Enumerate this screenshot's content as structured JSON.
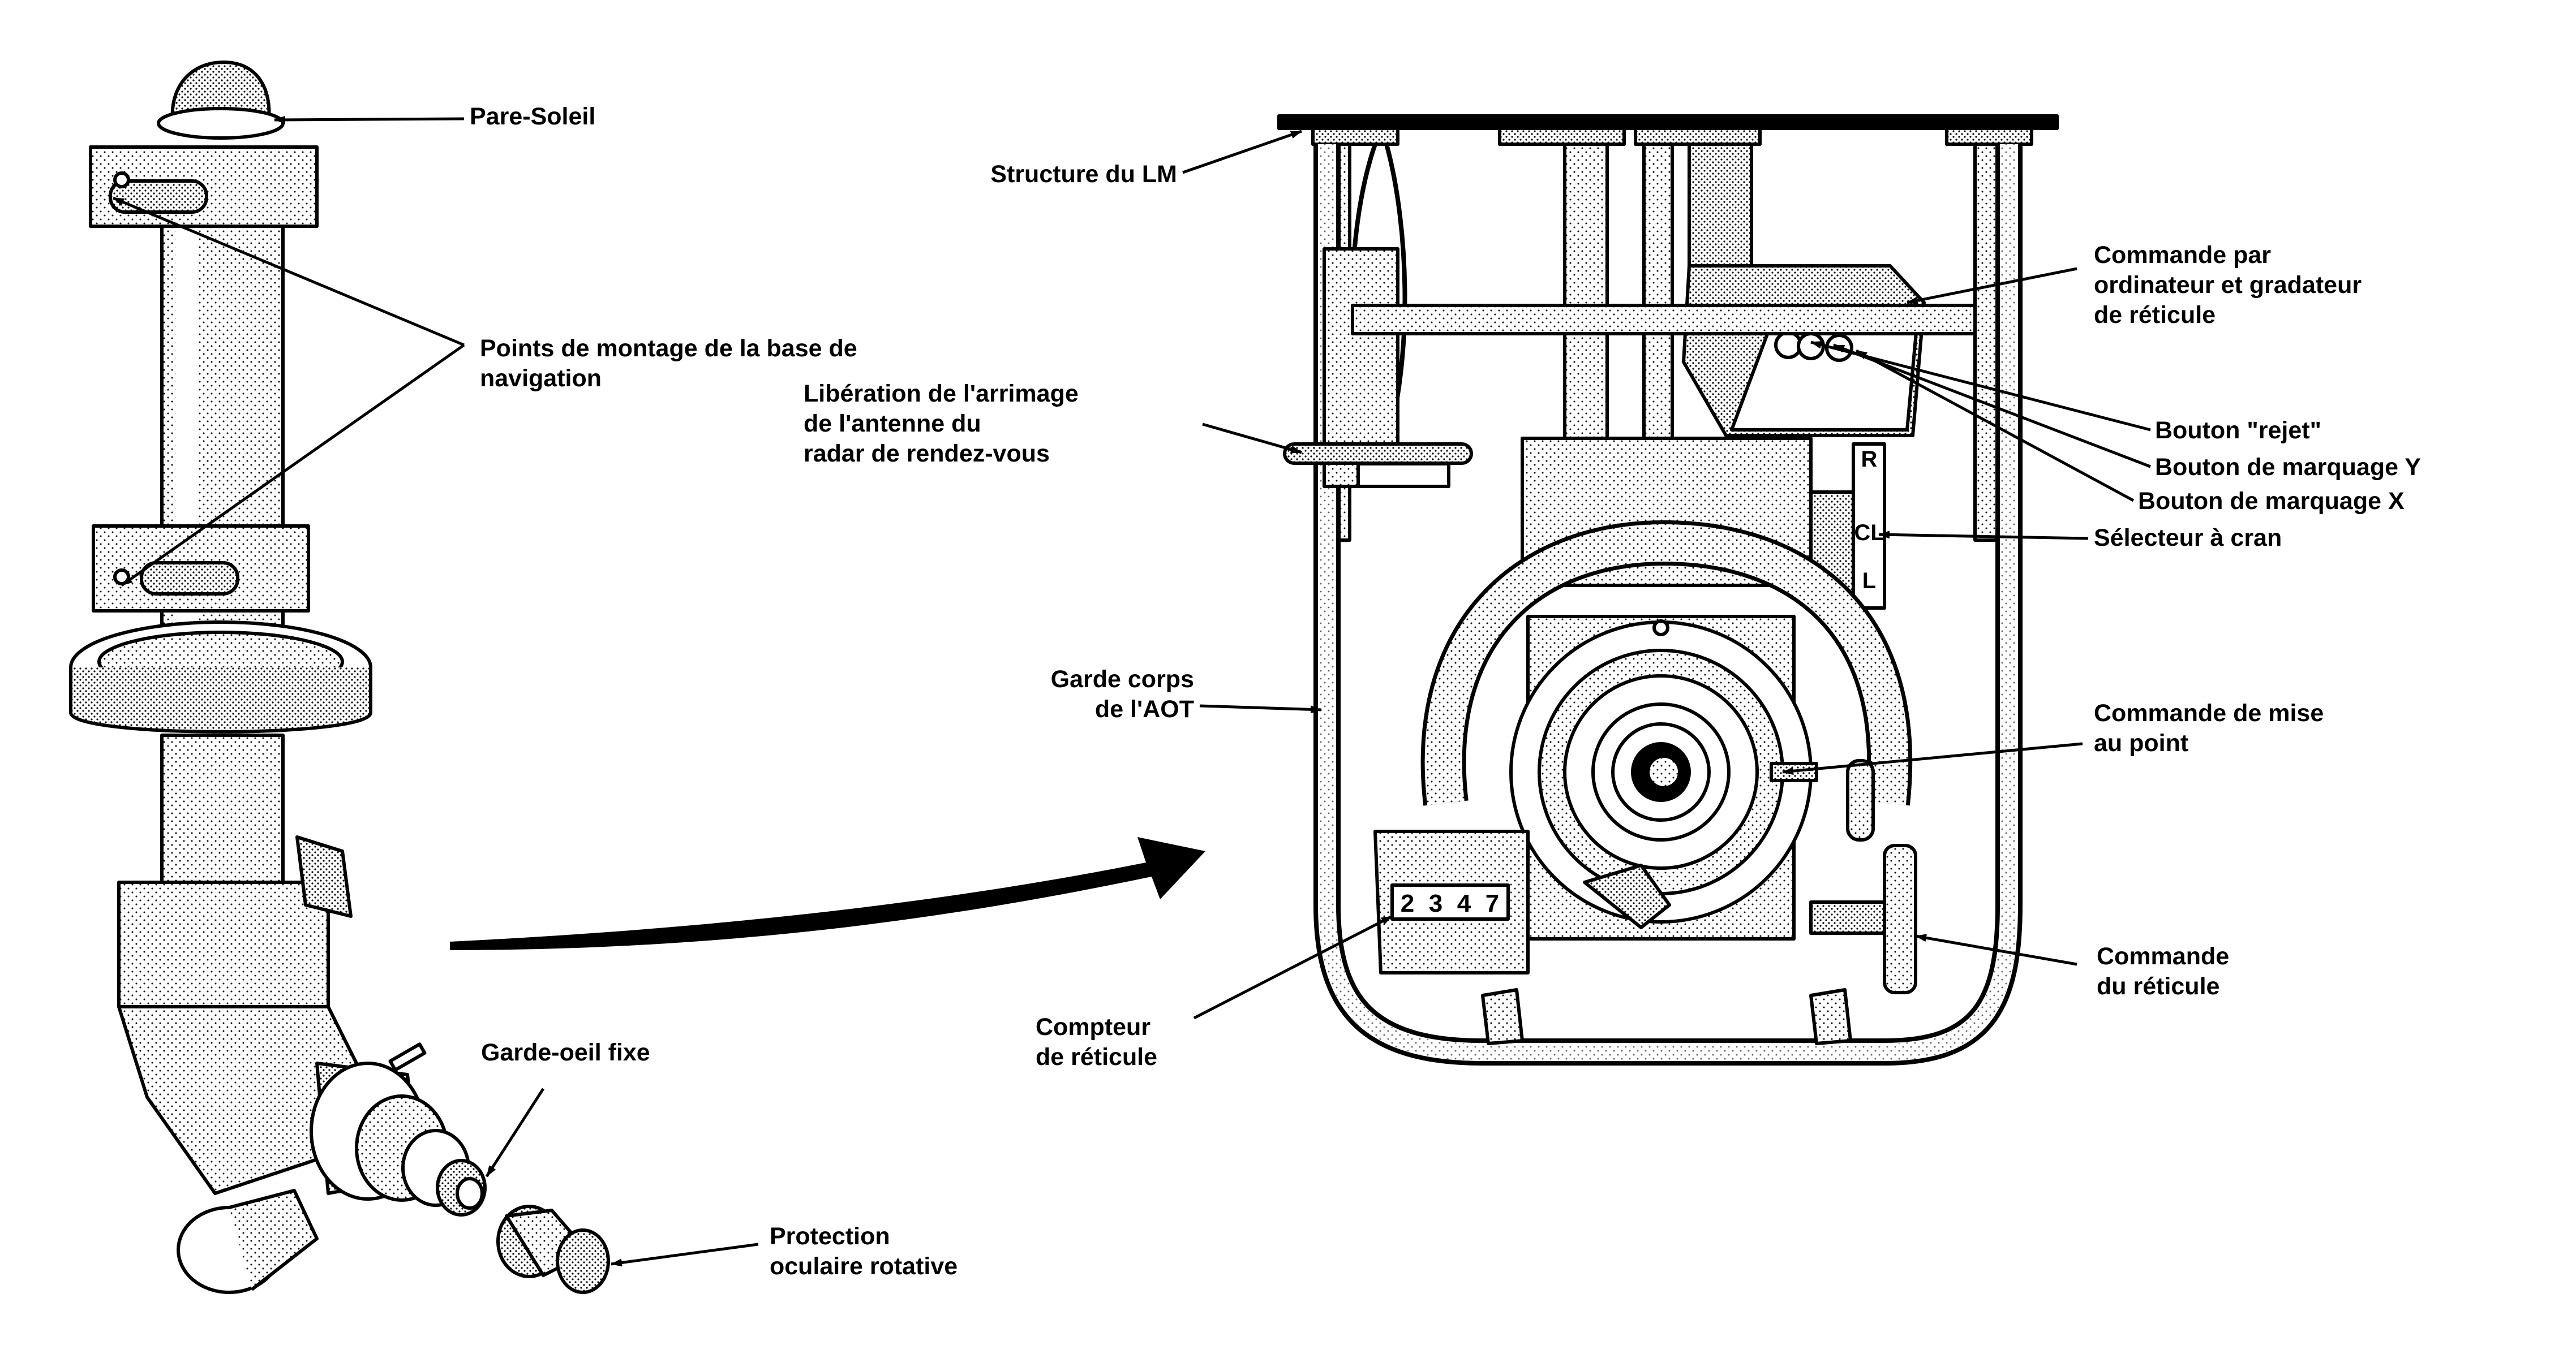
{
  "colors": {
    "ink": "#000000",
    "paper": "#ffffff",
    "stipple": "#9a9a9a"
  },
  "labels": {
    "pare_soleil": "Pare-Soleil",
    "points_montage": "Points de montage de la base de\nnavigation",
    "structure_lm": "Structure du LM",
    "liberation_arrimage": "Libération de l'arrimage\nde l'antenne du\nradar de rendez-vous",
    "garde_corps": "Garde corps\nde l'AOT",
    "compteur": "Compteur\nde réticule",
    "garde_oeil": "Garde-oeil fixe",
    "protection": "Protection\noculaire rotative",
    "commande_ordinateur": "Commande par\nordinateur et gradateur\nde réticule",
    "bouton_rejet": "Bouton \"rejet\"",
    "bouton_y": "Bouton de marquage Y",
    "bouton_x": "Bouton de marquage X",
    "selecteur": "Sélecteur à cran",
    "commande_mise_point": "Commande de mise\nau point",
    "commande_reticule": "Commande\ndu réticule"
  },
  "selector_marks": [
    "R",
    "CL",
    "L"
  ],
  "counter_digits": [
    "2",
    "3",
    "4",
    "7"
  ]
}
